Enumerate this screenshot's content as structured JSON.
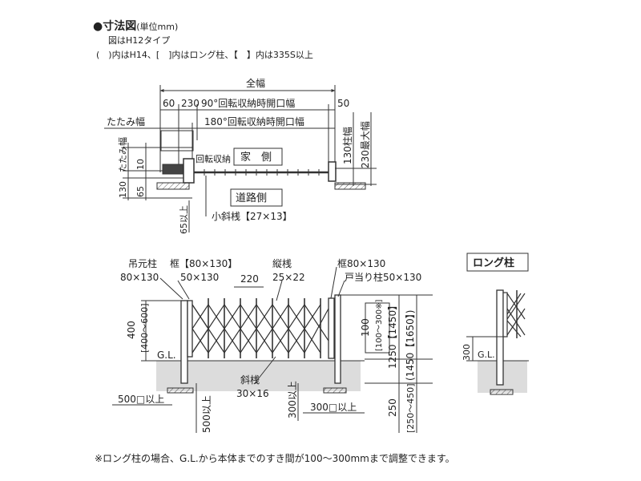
{
  "header": {
    "title": "●寸法図",
    "unit": "(単位mm)",
    "note1": "図はH12タイプ",
    "note2": "(　)内はH14、[　]内はロング柱、【　】内は335S以上"
  },
  "plan": {
    "overall_width": "全幅",
    "dim_60": "60",
    "dim_230": "230",
    "open_90": "90°回転収納時開口幅",
    "dim_50": "50",
    "fold_width": "たたみ幅",
    "open_180": "180°回転収納時開口幅",
    "fold_width_v": "たたみ幅",
    "dim_10": "10",
    "dim_130": "130",
    "dim_65": "65",
    "dim_65_min": "65以上",
    "rotate_storage": "回転収納",
    "house_side": "家　側",
    "road_side": "道路側",
    "small_brace": "小斜桟【27×13】",
    "post_width": "130柱幅",
    "max_width": "230最大幅"
  },
  "elevation": {
    "hanging_post": "吊元柱",
    "hanging_post_size": "80×130",
    "frame_a": "框【80×130】",
    "frame_a_sub": "50×130",
    "pitch": "220",
    "vertical_bar": "縦桟",
    "vertical_bar_size": "25×22",
    "frame_b": "框80×130",
    "stop_post": "戸当り柱50×130",
    "dim_400": "400",
    "dim_400_600": "[400〜600]",
    "gl": "G.L.",
    "dim_100": "100",
    "dim_100_300": "[100〜300※]",
    "height_main": "1250【1450】",
    "height_alt": "(1450【1650】)",
    "diagonal_bar": "斜桟",
    "diagonal_bar_size": "30×16",
    "found_500": "500□以上",
    "found_500_depth": "500以上",
    "depth_300": "300以上",
    "found_300": "300□以上",
    "dim_250": "250",
    "dim_250_450": "[250〜450]"
  },
  "long_post": {
    "title": "ロング柱",
    "dim_300": "300",
    "gl": "G.L."
  },
  "footer": {
    "note": "※ロング柱の場合、G.L.から本体までのすき間が100〜300mmまで調整できます。"
  }
}
